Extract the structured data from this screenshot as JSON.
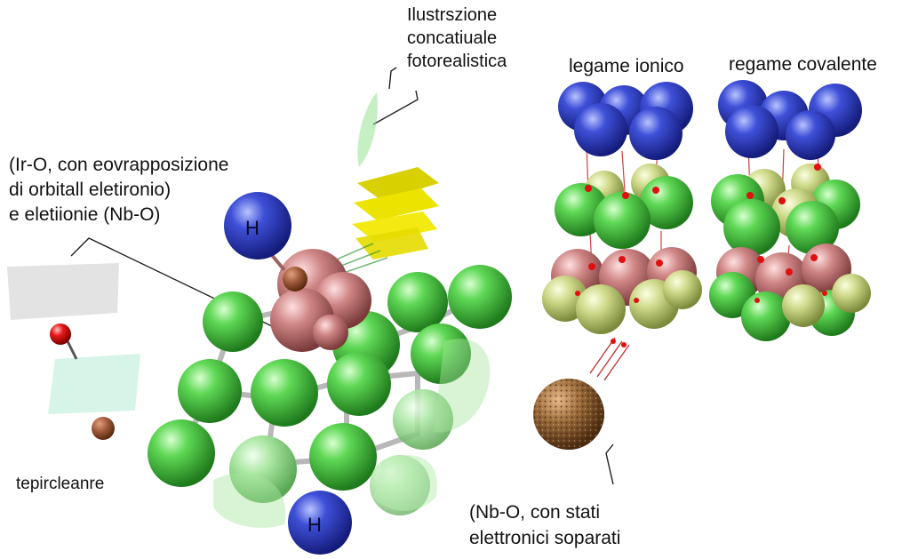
{
  "labels": {
    "concept_title": [
      "Ilustrszione",
      "concatiuale",
      "fotorealistica"
    ],
    "ionic_bond": "legame ionico",
    "covalent_bond": "regame covalente",
    "ir_o_note": [
      "(Ir-O, con eovrapposizione",
      "di orbitall eletironio)",
      "e eletiionie (Nb-O)"
    ],
    "terminal_label": "tepircleanre",
    "nb_o_note": [
      "(Nb-O, con stati",
      "elettronici soparati"
    ],
    "hydrogen_symbol": "H"
  },
  "colors": {
    "oxygen_blue": "#2f3fc6",
    "green_atom": "#3fc63a",
    "pink_atom": "#c97a7a",
    "olive_atom": "#c8d27a",
    "yellow_orbital": "#e8e000",
    "red_atom": "#e01010",
    "brown_atom": "#8a5a2a"
  }
}
